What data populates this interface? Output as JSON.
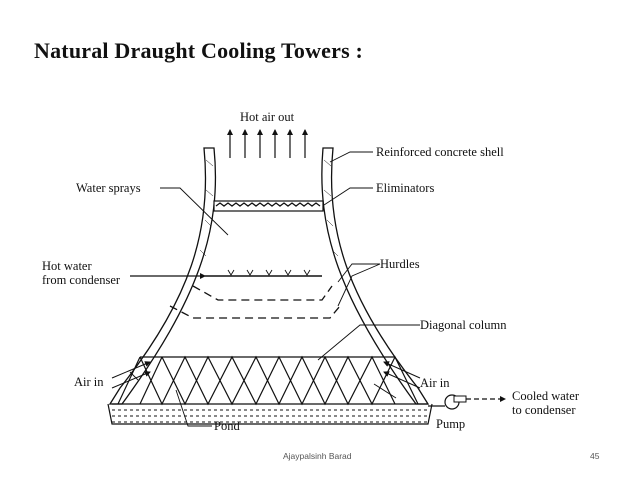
{
  "slide": {
    "title": "Natural Draught Cooling Towers :",
    "footer_author": "Ajaypalsinh Barad",
    "page_number": "45"
  },
  "diagram": {
    "labels": {
      "hot_air_out": "Hot air out",
      "reinforced_concrete_shell": "Reinforced concrete shell",
      "water_sprays": "Water sprays",
      "eliminators": "Eliminators",
      "hot_water_line1": "Hot water",
      "hot_water_line2": "from condenser",
      "hurdles": "Hurdles",
      "diagonal_column": "Diagonal column",
      "air_in_left": "Air in",
      "air_in_right": "Air in",
      "cooled_water_line1": "Cooled water",
      "cooled_water_line2": "to condenser",
      "pond": "Pond",
      "pump": "Pump"
    }
  }
}
